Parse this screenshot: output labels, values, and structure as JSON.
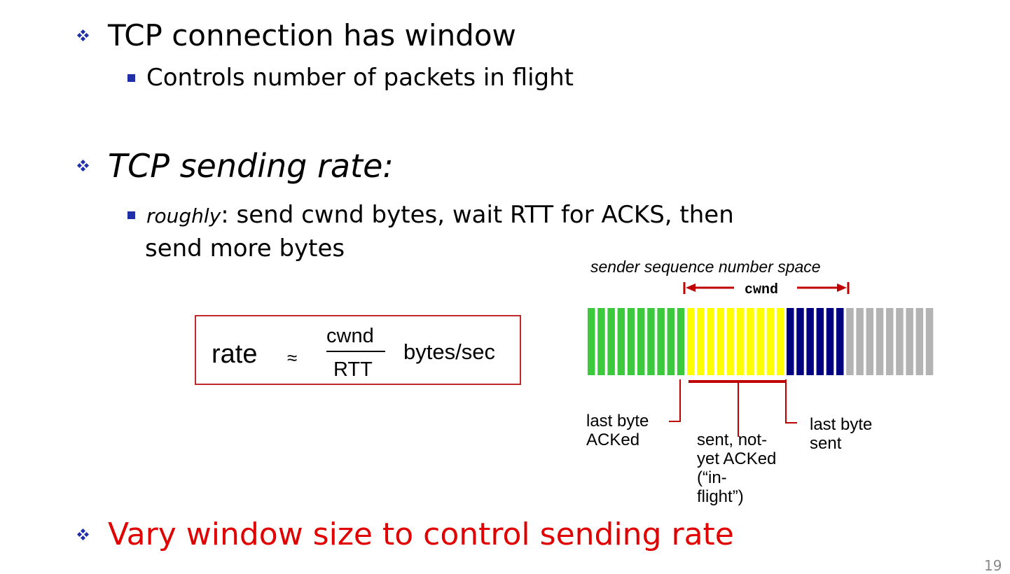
{
  "bullets": {
    "b1": "TCP connection has window",
    "b1_sub": "Controls number of packets in flight",
    "b2": "TCP sending rate:",
    "b2_sub_lead": "roughly",
    "b2_sub_rest_line1": ": send cwnd bytes, wait RTT for ACKS, then",
    "b2_sub_rest_line2": "send more bytes",
    "b3": "Vary window size to control sending rate"
  },
  "formula": {
    "lhs": "rate",
    "approx": "≈",
    "numerator": "cwnd",
    "denominator": "RTT",
    "unit": "bytes/sec"
  },
  "diagram": {
    "caption": "sender sequence number space",
    "cwnd_label": "cwnd",
    "label_acked_line1": "last byte",
    "label_acked_line2": "ACKed",
    "label_inflight_line1": "sent, not-",
    "label_inflight_line2": "yet ACKed",
    "label_inflight_line3": "(“in-",
    "label_inflight_line4": "flight”)",
    "label_sent_line1": "last byte",
    "label_sent_line2": "sent",
    "segments": [
      {
        "state": "acked",
        "count": 10,
        "color": "#3dc93d"
      },
      {
        "state": "in-flight",
        "count": 10,
        "color": "#ffff00"
      },
      {
        "state": "sent-not-acked-window",
        "count": 6,
        "color": "#000080"
      },
      {
        "state": "not-usable",
        "count": 9,
        "color": "#b3b3b3"
      }
    ],
    "accent_color": "#c00000"
  },
  "page_number": "19"
}
